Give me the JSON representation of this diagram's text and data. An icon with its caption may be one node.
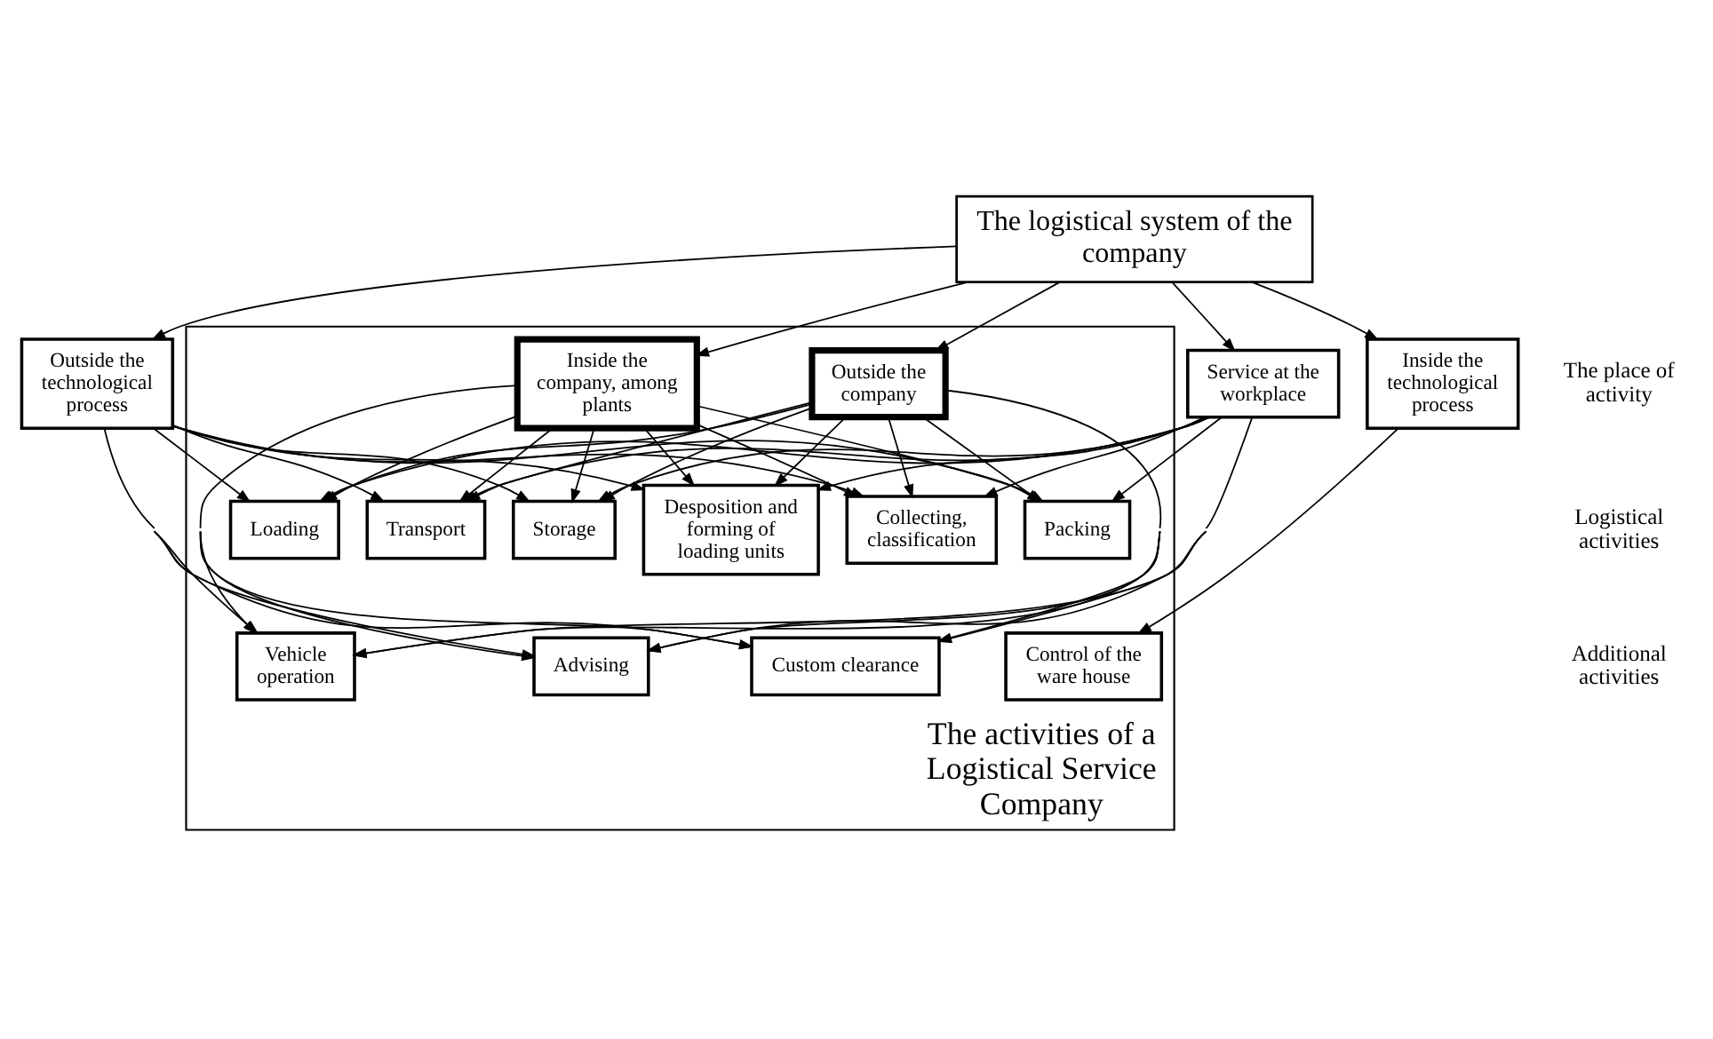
{
  "diagram": {
    "nodes": [
      {
        "text": [
          "The logistical system of the company"
        ]
      },
      {
        "text": [
          "The activities of a Logistical Service Company"
        ]
      },
      {
        "text": [
          "Outside the company"
        ],
        "in": 1
      },
      {
        "text": [
          "Inside the company, among plants"
        ],
        "in": 1
      },
      {
        "text": [
          "Inside the technological process"
        ]
      },
      {
        "text": [
          "Outside the technological process"
        ]
      },
      {
        "text": [
          "Service at the workplace"
        ]
      },
      {
        "text": [
          "Loading"
        ],
        "in": 1
      },
      {
        "text": [
          "Transport"
        ],
        "in": 1
      },
      {
        "text": [
          "Storage"
        ],
        "in": 1
      },
      {
        "text": [
          "Desposition and forming of loading units"
        ],
        "in": 1
      },
      {
        "text": [
          "Collecting, classification"
        ],
        "in": 1
      },
      {
        "text": [
          "Packing"
        ],
        "in": 1
      },
      {
        "text": [
          "Custom clearance"
        ],
        "in": 1
      },
      {
        "text": [
          "Vehicle operation"
        ],
        "in": 1
      },
      {
        "text": [
          "Control of the ware house"
        ],
        "in": 1
      },
      {
        "text": [
          "Advising"
        ],
        "in": 1
      }
    ],
    "edges": [
      {
        "from": 0,
        "to": 2,
        "arrow": "to"
      },
      {
        "from": 0,
        "to": 3,
        "arrow": "to"
      },
      {
        "from": 0,
        "to": 4,
        "arrow": "to"
      },
      {
        "from": 0,
        "to": 5,
        "arrow": "to"
      },
      {
        "from": 0,
        "to": 6,
        "arrow": "to"
      },
      {
        "from": 2,
        "to": 7,
        "arrow": "to"
      },
      {
        "from": 2,
        "to": 8,
        "arrow": "to"
      },
      {
        "from": 2,
        "to": 9,
        "arrow": "to"
      },
      {
        "from": 2,
        "to": 10,
        "arrow": "to"
      },
      {
        "from": 2,
        "to": 11,
        "arrow": "to"
      },
      {
        "from": 2,
        "to": 12,
        "arrow": "to"
      },
      {
        "from": 2,
        "to": 13,
        "arrow": "to"
      },
      {
        "from": 2,
        "to": 14,
        "arrow": "to"
      },
      {
        "from": 2,
        "to": 16,
        "arrow": "to"
      },
      {
        "from": 3,
        "to": 7,
        "arrow": "to"
      },
      {
        "from": 3,
        "to": 8,
        "arrow": "to"
      },
      {
        "from": 3,
        "to": 9,
        "arrow": "to"
      },
      {
        "from": 3,
        "to": 10,
        "arrow": "to"
      },
      {
        "from": 3,
        "to": 11,
        "arrow": "to"
      },
      {
        "from": 3,
        "to": 12,
        "arrow": "to"
      },
      {
        "from": 3,
        "to": 13,
        "arrow": "to"
      },
      {
        "from": 3,
        "to": 14,
        "arrow": "to"
      },
      {
        "from": 3,
        "to": 16,
        "arrow": "to"
      },
      {
        "from": 5,
        "to": 7,
        "arrow": "to"
      },
      {
        "from": 5,
        "to": 8,
        "arrow": "to"
      },
      {
        "from": 5,
        "to": 9,
        "arrow": "to"
      },
      {
        "from": 5,
        "to": 10,
        "arrow": "to"
      },
      {
        "from": 5,
        "to": 11,
        "arrow": "to"
      },
      {
        "from": 5,
        "to": 12,
        "arrow": "to"
      },
      {
        "from": 5,
        "to": 13,
        "arrow": "to"
      },
      {
        "from": 5,
        "to": 14,
        "arrow": "to"
      },
      {
        "from": 5,
        "to": 16,
        "arrow": "to"
      },
      {
        "from": 6,
        "to": 7,
        "arrow": "to"
      },
      {
        "from": 6,
        "to": 8,
        "arrow": "to"
      },
      {
        "from": 6,
        "to": 9,
        "arrow": "to"
      },
      {
        "from": 6,
        "to": 10,
        "arrow": "to"
      },
      {
        "from": 6,
        "to": 11,
        "arrow": "to"
      },
      {
        "from": 6,
        "to": 12,
        "arrow": "to"
      },
      {
        "from": 6,
        "to": 13,
        "arrow": "to"
      },
      {
        "from": 6,
        "to": 14,
        "arrow": "to"
      },
      {
        "from": 6,
        "to": 16,
        "arrow": "to"
      },
      {
        "from": 4,
        "to": 15,
        "arrow": "to"
      }
    ],
    "labels": [
      "The place of activity",
      "Logistical activities",
      "Additional activities"
    ]
  }
}
